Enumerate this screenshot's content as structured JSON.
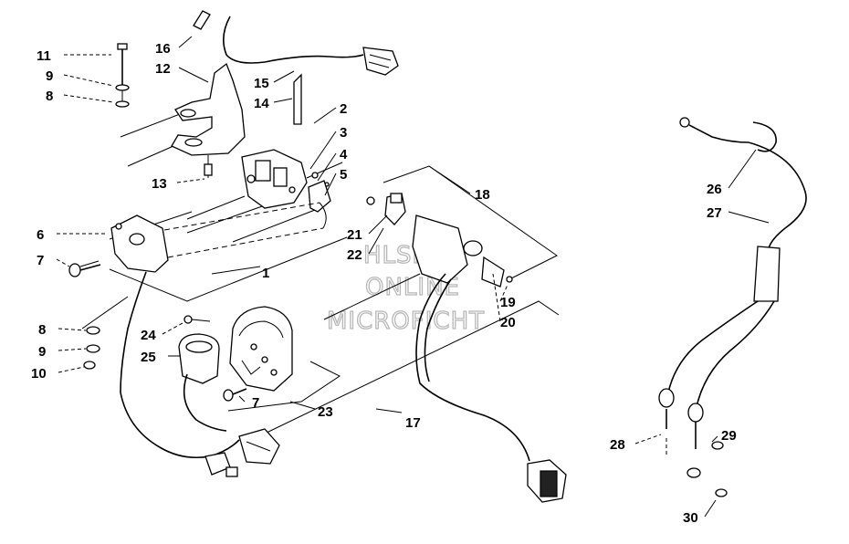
{
  "watermark": [
    "HLSM'S",
    "ONLINE",
    "MICROFICHT"
  ],
  "callouts": {
    "c1": "1",
    "c2": "2",
    "c3": "3",
    "c4": "4",
    "c5": "5",
    "c6": "6",
    "c7a": "7",
    "c7b": "7",
    "c8a": "8",
    "c8b": "8",
    "c9a": "9",
    "c9b": "9",
    "c10": "10",
    "c11": "11",
    "c12": "12",
    "c13": "13",
    "c14": "14",
    "c15": "15",
    "c16": "16",
    "c17": "17",
    "c18": "18",
    "c19": "19",
    "c20": "20",
    "c21": "21",
    "c22": "22",
    "c23": "23",
    "c24": "24",
    "c25": "25",
    "c26": "26",
    "c27": "27",
    "c28": "28",
    "c29": "29",
    "c30": "30"
  }
}
